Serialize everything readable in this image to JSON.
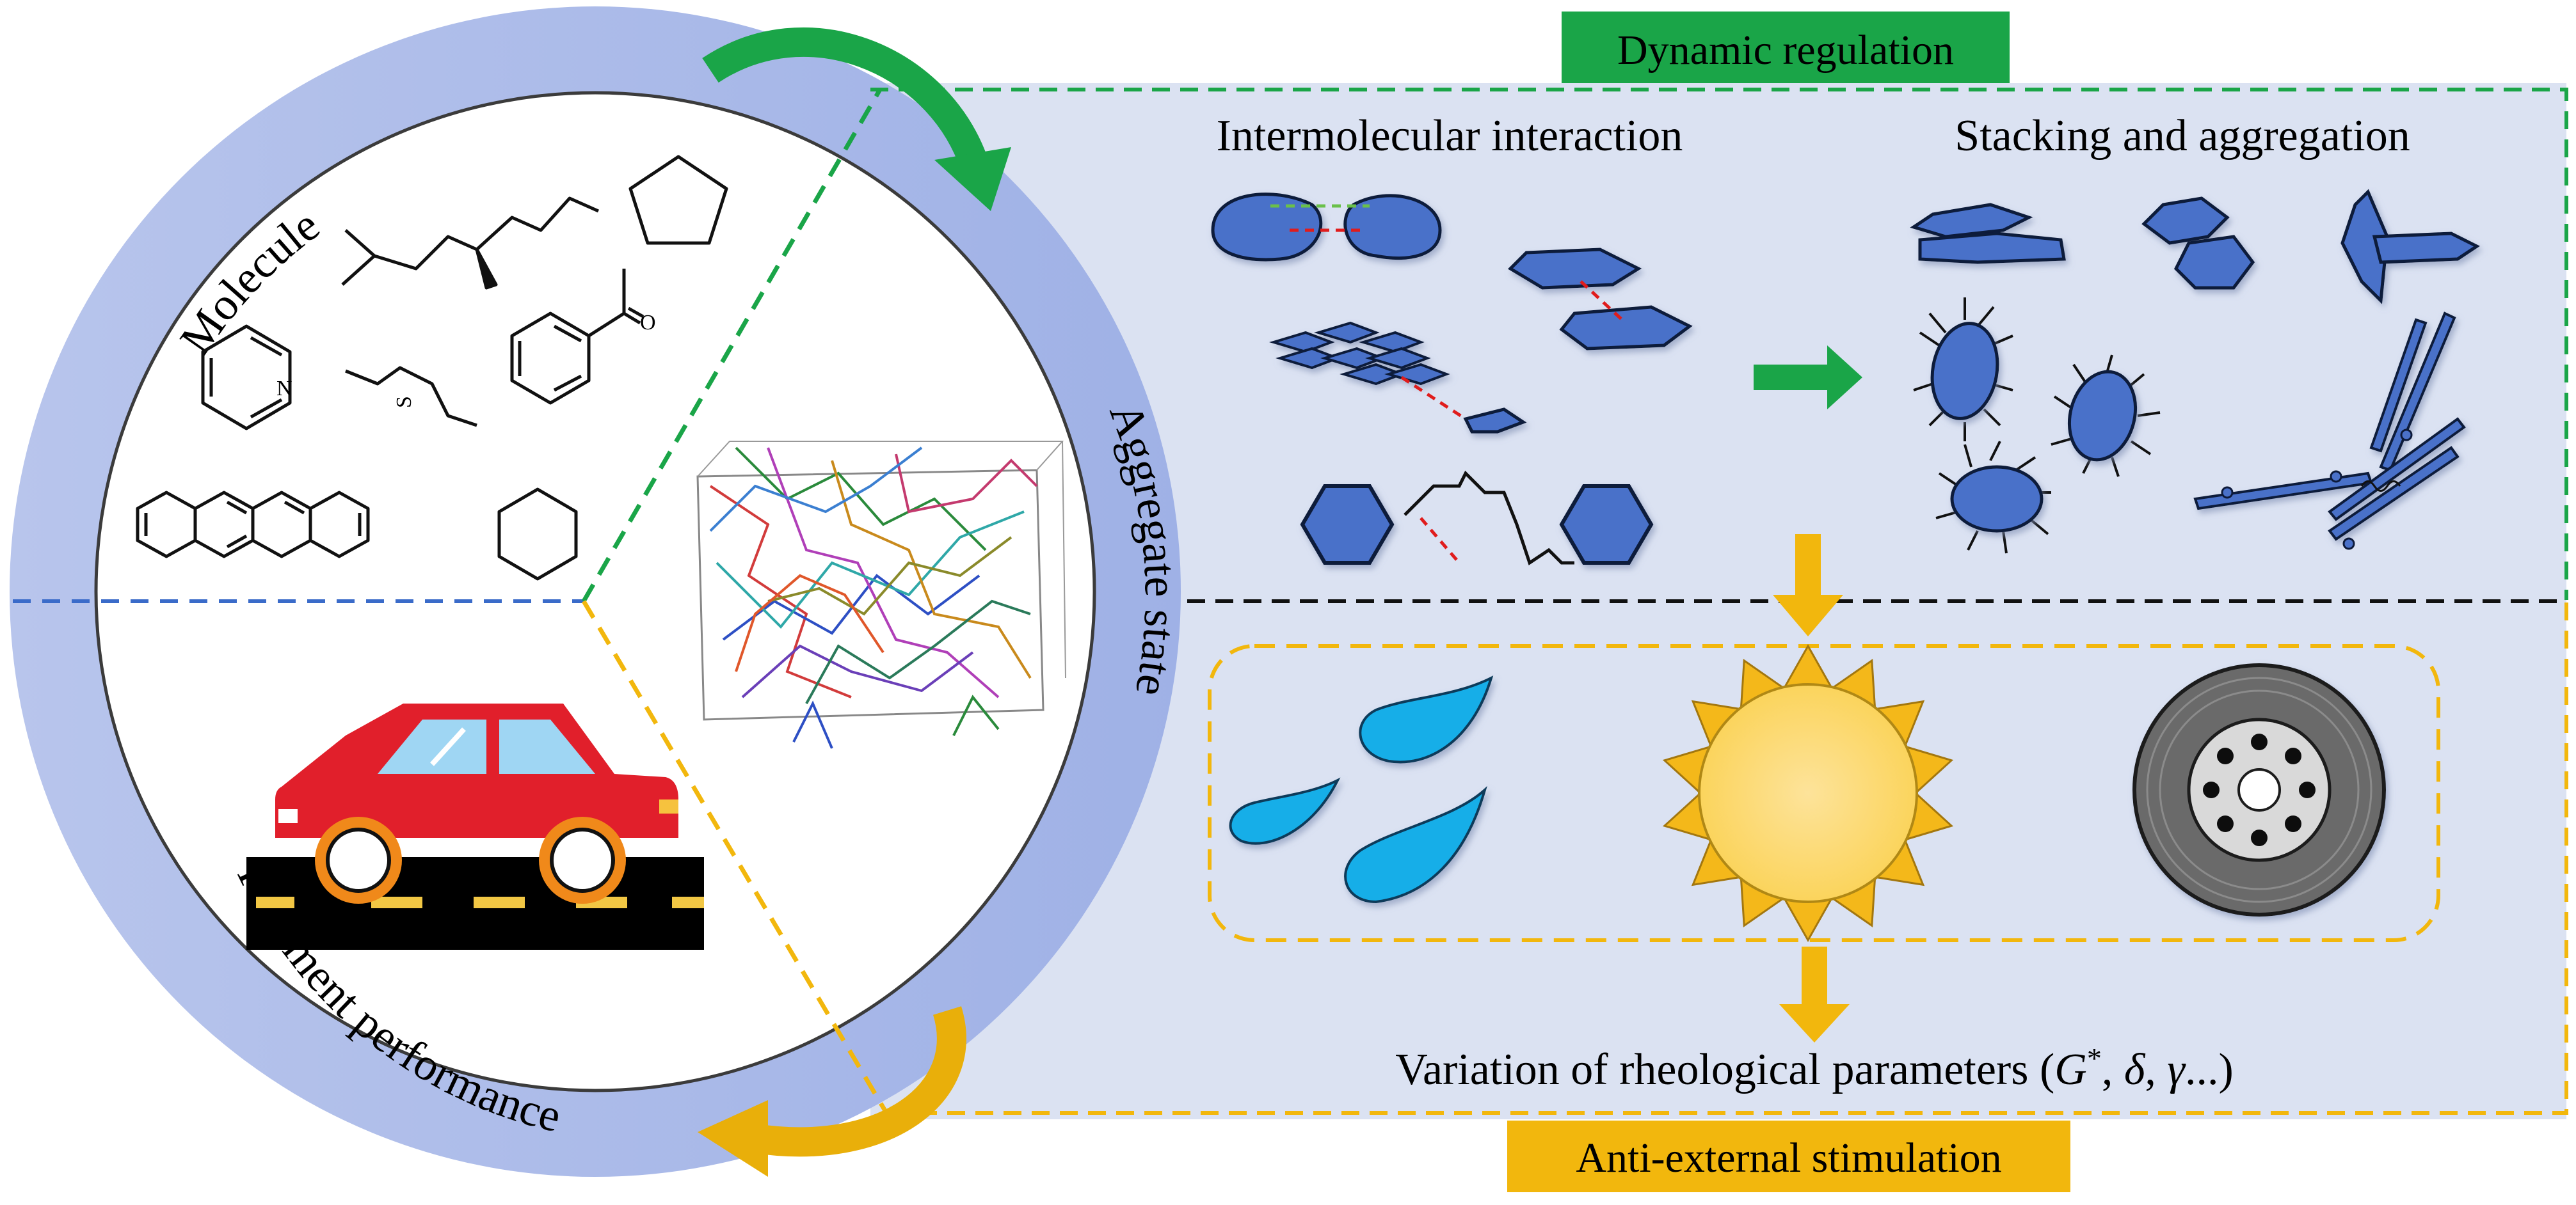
{
  "labels": {
    "dynamic_regulation": "Dynamic regulation",
    "anti_external_stimulation": "Anti-external stimulation",
    "intermolecular_interaction": "Intermolecular interaction",
    "stacking_and_aggregation": "Stacking and aggregation",
    "rheological_prefix": "Variation of rheological parameters (",
    "rheological_G": "G",
    "rheological_star": "*",
    "rheological_sep1": ", ",
    "rheological_delta": "δ",
    "rheological_sep2": ", ",
    "rheological_gamma": "γ",
    "rheological_suffix": "...)"
  },
  "ring": {
    "molecule": "Molecule",
    "aggregate_state": "Aggregate state",
    "pavement_performance": "Pavement performance"
  },
  "atoms": {
    "nitrogen": "N",
    "oxygen": "O",
    "sulfur": "S"
  },
  "colors": {
    "ring": "#aab9e8",
    "panel_bg": "#dbe2f2",
    "green": "#1aa548",
    "gold": "#f2b70d",
    "blue_shape": "#4a71c9",
    "water": "#13aee8",
    "car": "#e11f2b"
  },
  "icons": [
    "curved-green-arrow-icon",
    "curved-gold-arrow-icon",
    "right-green-arrow-icon",
    "down-gold-arrow-icon",
    "water-drop-icon",
    "sun-icon",
    "tire-icon",
    "car-icon",
    "molecular-model-icon"
  ]
}
